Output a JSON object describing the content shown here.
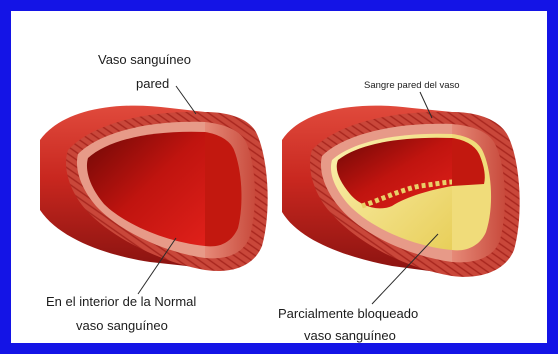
{
  "frame_color": "#1414e6",
  "labels": {
    "normal_wall_line1": "Vaso sanguíneo",
    "normal_wall_line2": "pared",
    "blocked_wall": "Sangre pared del vaso",
    "normal_inside_line1": "En el interior de la Normal",
    "normal_inside_line2": "vaso sanguíneo",
    "blocked_inside_line1": "Parcialmente bloqueado",
    "blocked_inside_line2": "vaso sanguíneo"
  },
  "colors": {
    "vessel_wall": "#c0322e",
    "vessel_wall_section": "#d8584c",
    "lumen_blood": "#b00f0c",
    "plaque": "#f2e083"
  }
}
